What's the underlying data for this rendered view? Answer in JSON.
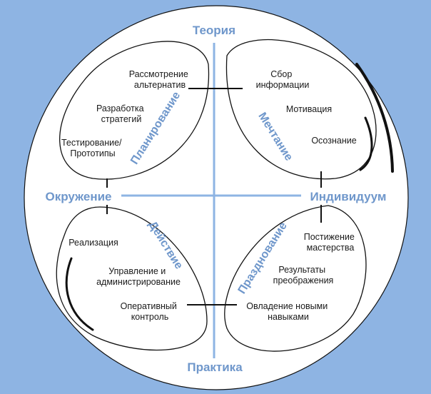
{
  "colors": {
    "background": "#8eb4e3",
    "circle_fill": "#ffffff",
    "axis_line": "#8eb4e3",
    "label_blue": "#6f97cb",
    "petal_stroke": "#111111",
    "text": "#1a1a1a"
  },
  "axes": {
    "top": "Теория",
    "bottom": "Практика",
    "left": "Окружение",
    "right": "Индивидуум"
  },
  "quadrants": {
    "planning": {
      "label": "Планирование",
      "items": [
        "Рассмотрение альтернатив",
        "Разработка стратегий",
        "Тестирование/ Прототипы"
      ]
    },
    "dreaming": {
      "label": "Мечтание",
      "items": [
        "Сбор информации",
        "Мотивация",
        "Осознание"
      ]
    },
    "action": {
      "label": "Действие",
      "items": [
        "Реализация",
        "Управление и администрирование",
        "Оперативный контроль"
      ]
    },
    "celebration": {
      "label": "Празднование",
      "items": [
        "Постижение мастерства",
        "Результаты преображения",
        "Овладение новыми навыками"
      ]
    }
  }
}
